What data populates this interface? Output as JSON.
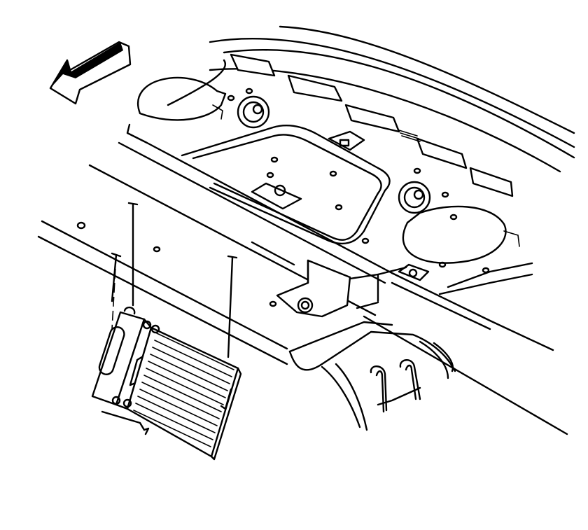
{
  "diagram": {
    "callouts": [],
    "direction_arrow": {
      "icon": "forward-direction-arrow-icon",
      "points_to": "upper-left"
    },
    "components": [
      "trunk-floor-panel",
      "rear-crossmember",
      "wheelhouse-panel",
      "amplifier-module",
      "mounting-bracket",
      "speaker-openings"
    ],
    "colors": {
      "line": "#000000",
      "background": "#ffffff"
    }
  }
}
